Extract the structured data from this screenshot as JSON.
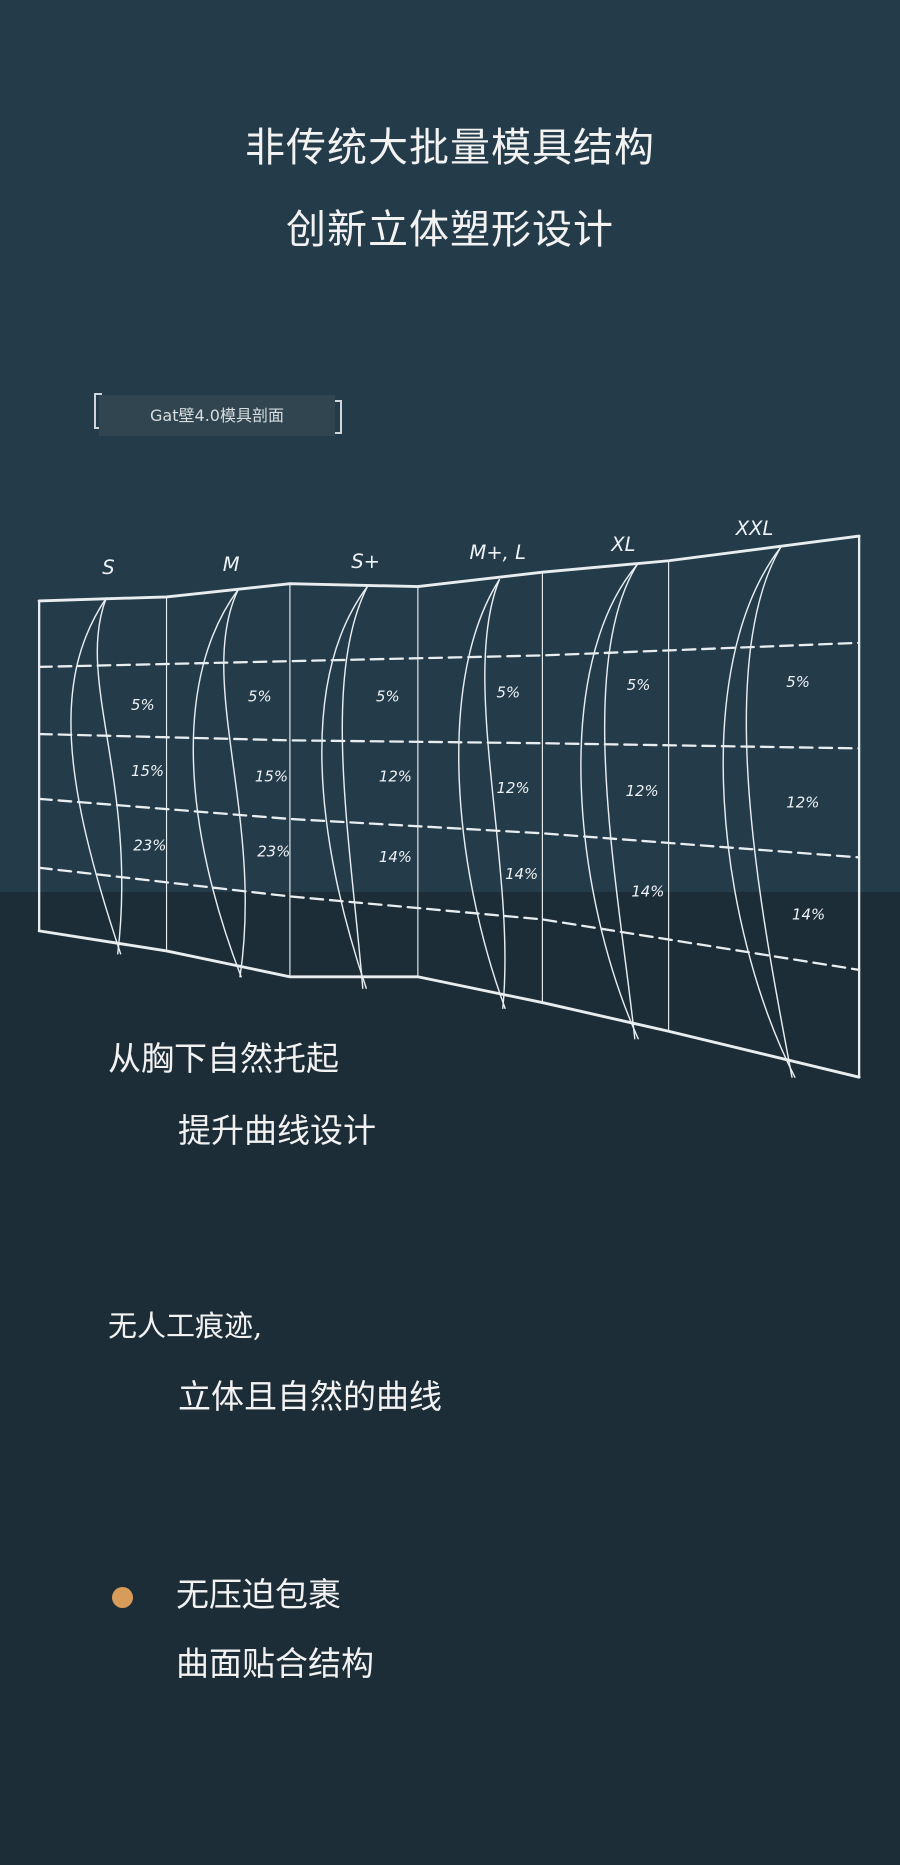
{
  "header": {
    "title_line1": "非传统大批量模具结构",
    "title_line2": "创新立体塑形设计"
  },
  "diagram": {
    "label": "Gat壁4.0模具剖面",
    "sizes": [
      "S",
      "M",
      "S+",
      "M+, L",
      "XL",
      "XXL"
    ],
    "percents": [
      [
        "5%",
        "15%",
        "23%"
      ],
      [
        "5%",
        "15%",
        "23%"
      ],
      [
        "5%",
        "12%",
        "14%"
      ],
      [
        "5%",
        "12%",
        "14%"
      ],
      [
        "5%",
        "12%",
        "14%"
      ],
      [
        "5%",
        "12%",
        "14%"
      ]
    ]
  },
  "features": [
    {
      "line1": "从胸下自然托起",
      "line2": "提升曲线设计"
    },
    {
      "line1": "无人工痕迹,",
      "line2": "立体且自然的曲线"
    },
    {
      "line1": "无压迫包裹",
      "line2": "曲面贴合结构"
    }
  ],
  "colors": {
    "top_bg": "#243b4a",
    "bottom_bg": "#1d2d38",
    "accent_dot": "#d79c5a"
  }
}
